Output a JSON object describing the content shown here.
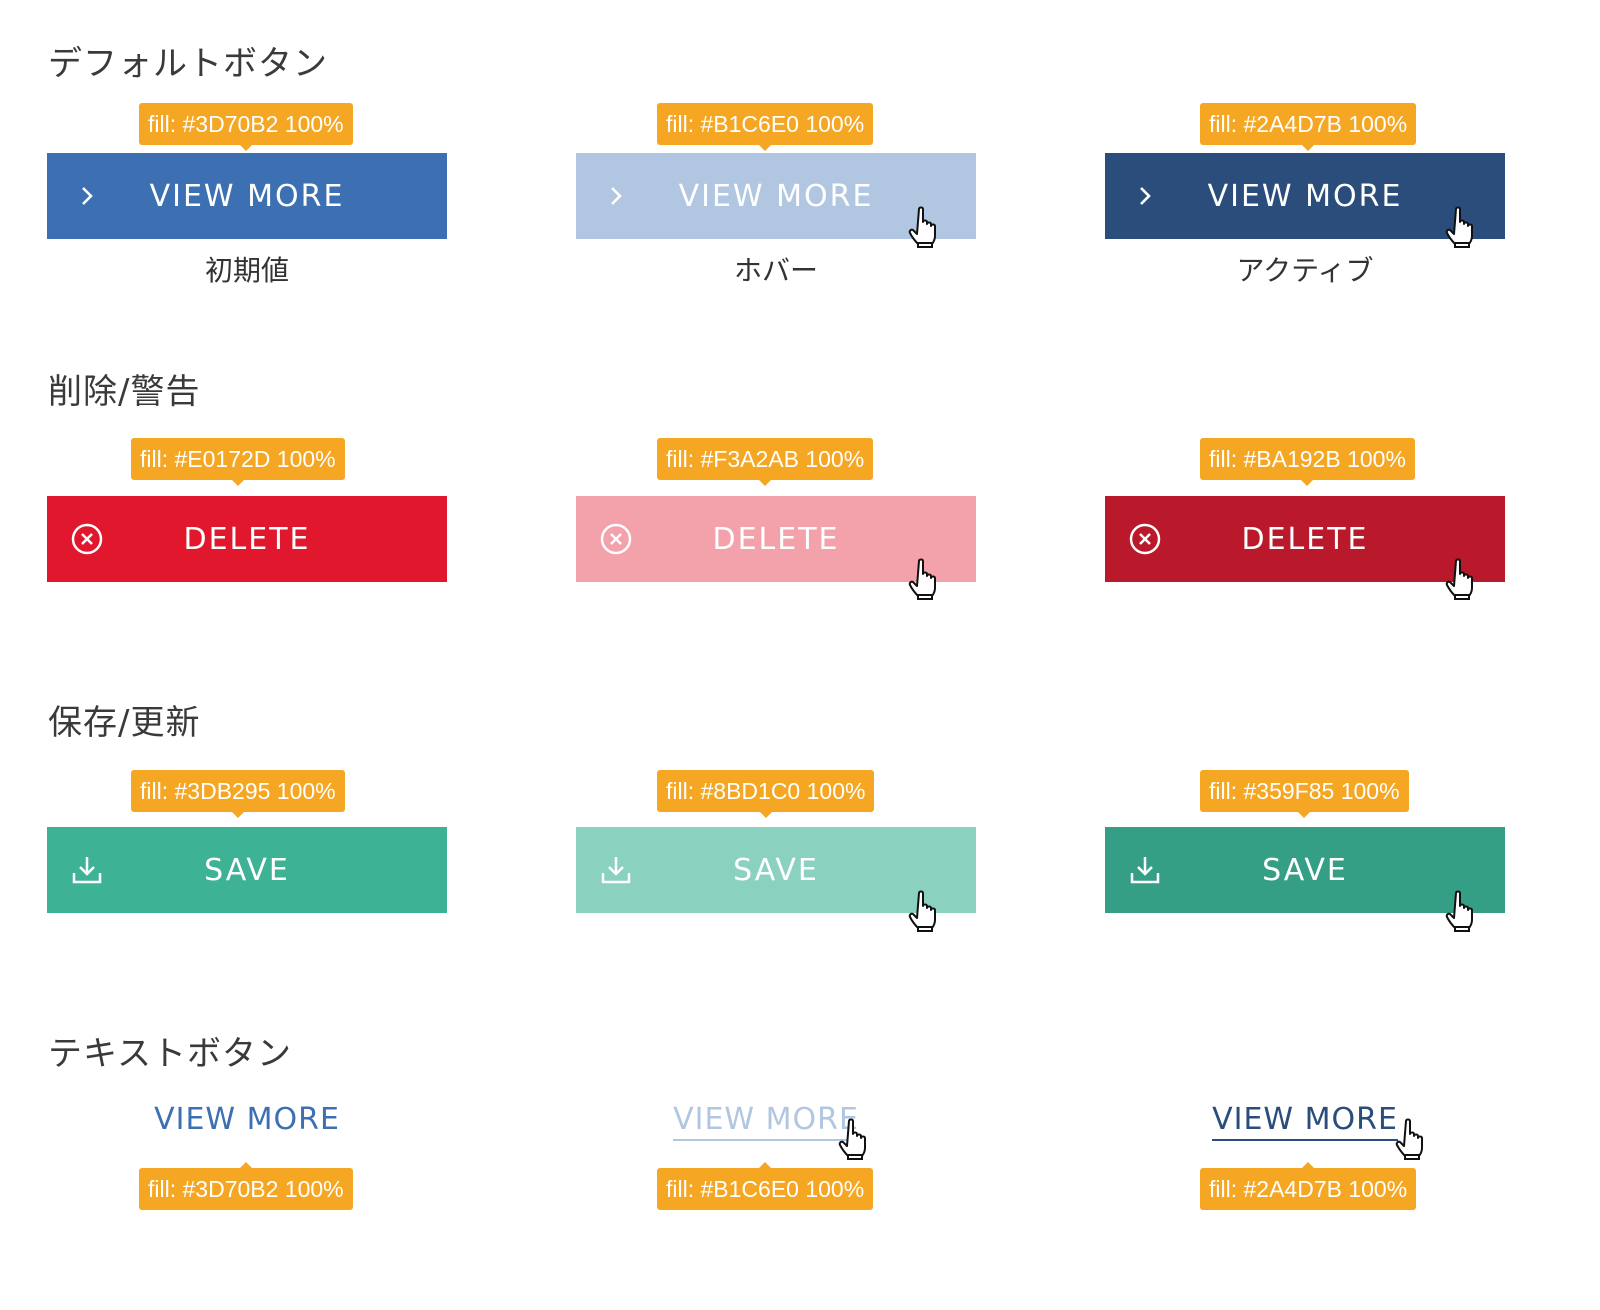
{
  "sections": {
    "default": {
      "title": "デフォルトボタン",
      "buttons": [
        {
          "label": "VIEW MORE",
          "color": "#3D70B2",
          "fill": "fill: #3D70B2 100%",
          "state": "初期値"
        },
        {
          "label": "VIEW MORE",
          "color": "#B1C6E0",
          "fill": "fill: #B1C6E0 100%",
          "state": "ホバー"
        },
        {
          "label": "VIEW MORE",
          "color": "#2A4D7B",
          "fill": "fill: #2A4D7B 100%",
          "state": "アクティブ"
        }
      ],
      "icon": "chevron-right-icon"
    },
    "delete": {
      "title": "削除/警告",
      "buttons": [
        {
          "label": "DELETE",
          "color": "#E0172D",
          "fill": "fill: #E0172D 100%"
        },
        {
          "label": "DELETE",
          "color": "#F3A2AB",
          "fill": "fill: #F3A2AB 100%"
        },
        {
          "label": "DELETE",
          "color": "#BA192B",
          "fill": "fill: #BA192B 100%"
        }
      ],
      "icon": "close-circle-icon"
    },
    "save": {
      "title": "保存/更新",
      "buttons": [
        {
          "label": "SAVE",
          "color": "#3DB295",
          "fill": "fill: #3DB295 100%"
        },
        {
          "label": "SAVE",
          "color": "#8BD1C0",
          "fill": "fill: #8BD1C0 100%"
        },
        {
          "label": "SAVE",
          "color": "#359F85",
          "fill": "fill: #359F85 100%"
        }
      ],
      "icon": "download-icon"
    },
    "text": {
      "title": "テキストボタン",
      "buttons": [
        {
          "label": "VIEW MORE",
          "color": "#3D70B2",
          "fill": "fill: #3D70B2 100%"
        },
        {
          "label": "VIEW MORE",
          "color": "#B1C6E0",
          "fill": "fill: #B1C6E0 100%"
        },
        {
          "label": "VIEW MORE",
          "color": "#2A4D7B",
          "fill": "fill: #2A4D7B 100%"
        }
      ]
    }
  },
  "tag_color": "#F5A623",
  "cursor_icon": "hand-pointer-icon"
}
